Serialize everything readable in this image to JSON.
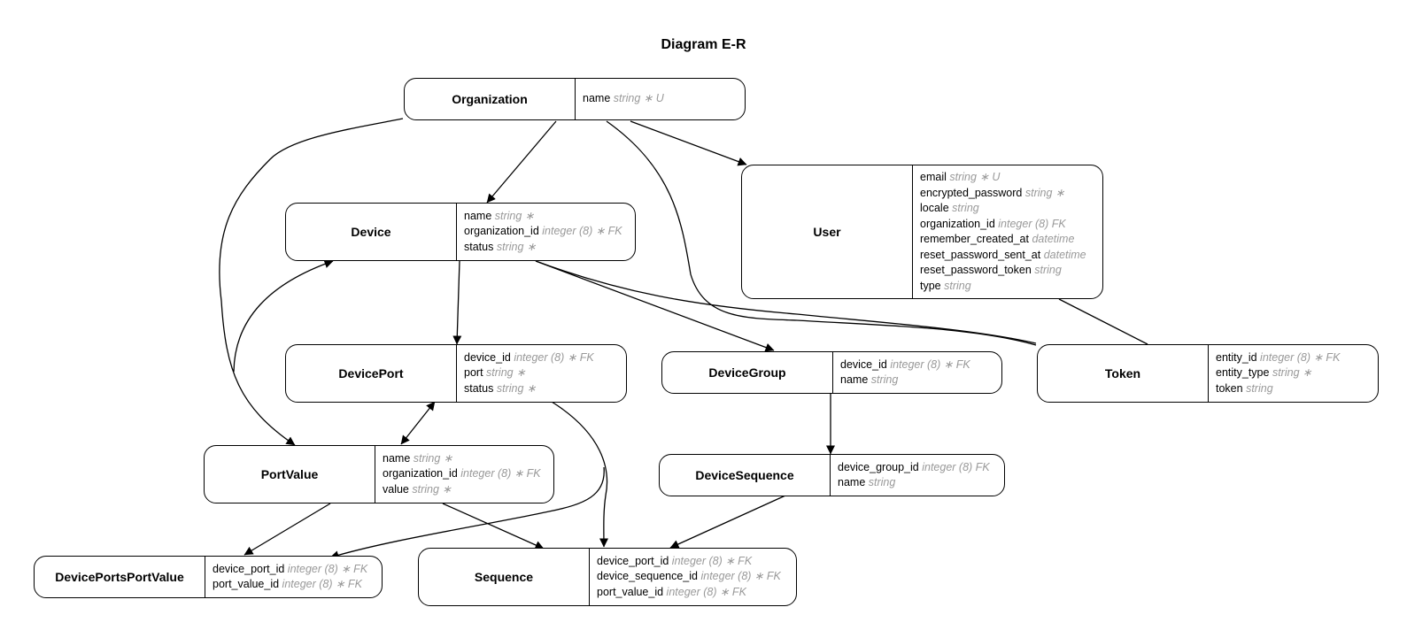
{
  "diagram": {
    "title": "Diagram E-R"
  },
  "entities": {
    "organization": {
      "name": "Organization",
      "attrs": [
        {
          "name": "name",
          "type": "string ∗ U"
        }
      ]
    },
    "device": {
      "name": "Device",
      "attrs": [
        {
          "name": "name",
          "type": "string ∗"
        },
        {
          "name": "organization_id",
          "type": "integer (8) ∗ FK"
        },
        {
          "name": "status",
          "type": "string ∗"
        }
      ]
    },
    "user": {
      "name": "User",
      "attrs": [
        {
          "name": "email",
          "type": "string ∗ U"
        },
        {
          "name": "encrypted_password",
          "type": "string ∗"
        },
        {
          "name": "locale",
          "type": "string"
        },
        {
          "name": "organization_id",
          "type": "integer (8) FK"
        },
        {
          "name": "remember_created_at",
          "type": "datetime"
        },
        {
          "name": "reset_password_sent_at",
          "type": "datetime"
        },
        {
          "name": "reset_password_token",
          "type": "string"
        },
        {
          "name": "type",
          "type": "string"
        }
      ]
    },
    "deviceport": {
      "name": "DevicePort",
      "attrs": [
        {
          "name": "device_id",
          "type": "integer (8) ∗ FK"
        },
        {
          "name": "port",
          "type": "string ∗"
        },
        {
          "name": "status",
          "type": "string ∗"
        }
      ]
    },
    "devicegroup": {
      "name": "DeviceGroup",
      "attrs": [
        {
          "name": "device_id",
          "type": "integer (8) ∗ FK"
        },
        {
          "name": "name",
          "type": "string"
        }
      ]
    },
    "token": {
      "name": "Token",
      "attrs": [
        {
          "name": "entity_id",
          "type": "integer (8) ∗ FK"
        },
        {
          "name": "entity_type",
          "type": "string ∗"
        },
        {
          "name": "token",
          "type": "string"
        }
      ]
    },
    "portvalue": {
      "name": "PortValue",
      "attrs": [
        {
          "name": "name",
          "type": "string ∗"
        },
        {
          "name": "organization_id",
          "type": "integer (8) ∗ FK"
        },
        {
          "name": "value",
          "type": "string ∗"
        }
      ]
    },
    "devicesequence": {
      "name": "DeviceSequence",
      "attrs": [
        {
          "name": "device_group_id",
          "type": "integer (8) FK"
        },
        {
          "name": "name",
          "type": "string"
        }
      ]
    },
    "deviceportsportvalue": {
      "name": "DevicePortsPortValue",
      "attrs": [
        {
          "name": "device_port_id",
          "type": "integer (8) ∗ FK"
        },
        {
          "name": "port_value_id",
          "type": "integer (8) ∗ FK"
        }
      ]
    },
    "sequence": {
      "name": "Sequence",
      "attrs": [
        {
          "name": "device_port_id",
          "type": "integer (8) ∗ FK"
        },
        {
          "name": "device_sequence_id",
          "type": "integer (8) ∗ FK"
        },
        {
          "name": "port_value_id",
          "type": "integer (8) ∗ FK"
        }
      ]
    }
  }
}
